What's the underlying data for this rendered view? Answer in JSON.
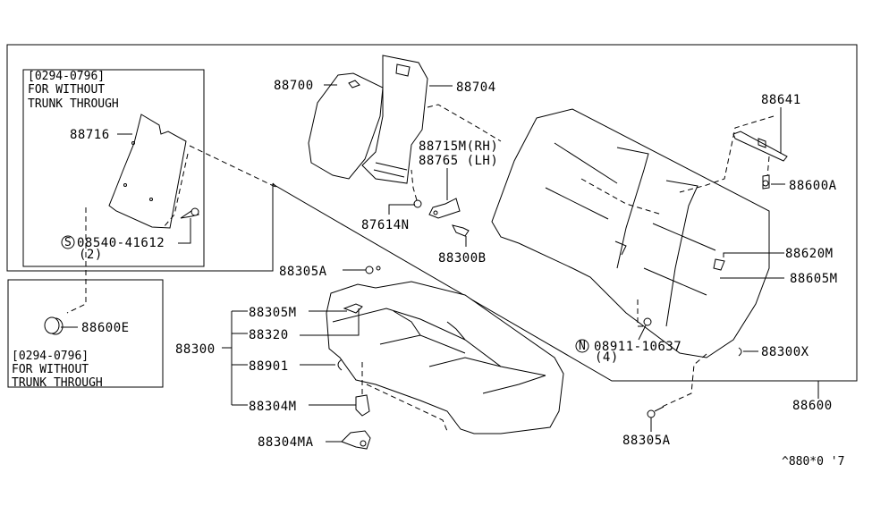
{
  "diagram": {
    "title": "Rear seat parts diagram",
    "footer_code": "^880*0 '7",
    "inset_boxes": [
      {
        "date_range": "[0294-0796]",
        "line1": "FOR WITHOUT",
        "line2": "TRUNK THROUGH"
      },
      {
        "date_range": "[0294-0796]",
        "line1": "FOR WITHOUT",
        "line2": "TRUNK THROUGH"
      }
    ],
    "parts": {
      "p88716": "88716",
      "p08540": "08540-41612",
      "p08540_qty": "(2)",
      "p08540_prefix": "S",
      "p88600E": "88600E",
      "p88700": "88700",
      "p88704": "88704",
      "p88715M": "88715M(RH)",
      "p88765": "88765 (LH)",
      "p87614N": "87614N",
      "p88300B": "88300B",
      "p88305A_top": "88305A",
      "p88641": "88641",
      "p88600A": "88600A",
      "p88620M": "88620M",
      "p88605M": "88605M",
      "p08911": "08911-10637",
      "p08911_qty": "(4)",
      "p08911_prefix": "N",
      "p88300X": "88300X",
      "p88600": "88600",
      "p88305A_bottom": "88305A",
      "p88300": "88300",
      "p88305M": "88305M",
      "p88320": "88320",
      "p88901": "88901",
      "p88304M": "88304M",
      "p88304MA": "88304MA"
    }
  }
}
